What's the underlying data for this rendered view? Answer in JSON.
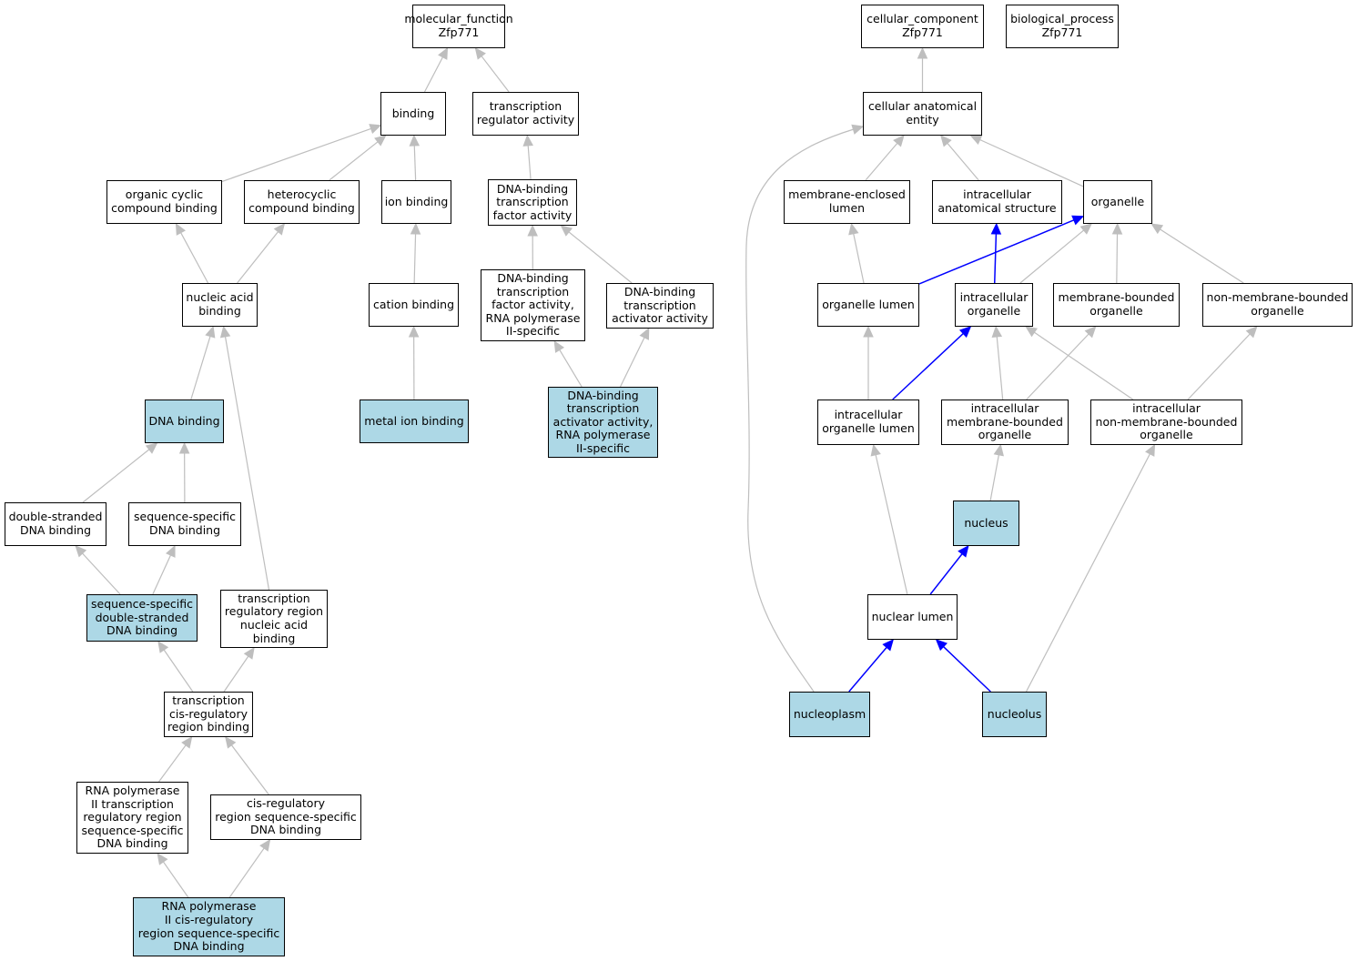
{
  "colors": {
    "background": "#ffffff",
    "node_border": "#000000",
    "highlight_fill": "#add8e6",
    "edge_default": "#bebebe",
    "edge_highlight": "#0000ff"
  },
  "nodes": [
    {
      "id": "mf",
      "label": "molecular_function\nZfp771",
      "highlighted": false
    },
    {
      "id": "binding",
      "label": "binding",
      "highlighted": false
    },
    {
      "id": "tra",
      "label": "transcription\nregulator activity",
      "highlighted": false
    },
    {
      "id": "occb",
      "label": "organic cyclic\ncompound binding",
      "highlighted": false
    },
    {
      "id": "hcb",
      "label": "heterocyclic\ncompound binding",
      "highlighted": false
    },
    {
      "id": "ionb",
      "label": "ion binding",
      "highlighted": false
    },
    {
      "id": "dbtfa",
      "label": "DNA-binding\ntranscription\nfactor activity",
      "highlighted": false
    },
    {
      "id": "nab",
      "label": "nucleic acid\nbinding",
      "highlighted": false
    },
    {
      "id": "catb",
      "label": "cation binding",
      "highlighted": false
    },
    {
      "id": "dbtfa2",
      "label": "DNA-binding\ntranscription\nfactor activity,\nRNA polymerase\nII-specific",
      "highlighted": false
    },
    {
      "id": "dbtaa",
      "label": "DNA-binding\ntranscription\nactivator activity",
      "highlighted": false
    },
    {
      "id": "dnab",
      "label": "DNA binding",
      "highlighted": true
    },
    {
      "id": "mib",
      "label": "metal ion binding",
      "highlighted": true
    },
    {
      "id": "dbtaa2",
      "label": "DNA-binding\ntranscription\nactivator activity,\nRNA polymerase\nII-specific",
      "highlighted": true
    },
    {
      "id": "dsdb",
      "label": "double-stranded\nDNA binding",
      "highlighted": false
    },
    {
      "id": "ssdb",
      "label": "sequence-specific\nDNA binding",
      "highlighted": false
    },
    {
      "id": "ssdsdb",
      "label": "sequence-specific\ndouble-stranded\nDNA binding",
      "highlighted": true
    },
    {
      "id": "trrnab",
      "label": "transcription\nregulatory region\nnucleic acid\nbinding",
      "highlighted": false
    },
    {
      "id": "tcrb",
      "label": "transcription\ncis-regulatory\nregion binding",
      "highlighted": false
    },
    {
      "id": "rp2trr",
      "label": "RNA polymerase\nII transcription\nregulatory region\nsequence-specific\nDNA binding",
      "highlighted": false
    },
    {
      "id": "crssdb",
      "label": "cis-regulatory\nregion sequence-specific\nDNA binding",
      "highlighted": false
    },
    {
      "id": "rp2cr",
      "label": "RNA polymerase\nII cis-regulatory\nregion sequence-specific\nDNA binding",
      "highlighted": true
    },
    {
      "id": "cc",
      "label": "cellular_component\nZfp771",
      "highlighted": false
    },
    {
      "id": "bp",
      "label": "biological_process\nZfp771",
      "highlighted": false
    },
    {
      "id": "cae",
      "label": "cellular anatomical\nentity",
      "highlighted": false
    },
    {
      "id": "mel",
      "label": "membrane-enclosed\nlumen",
      "highlighted": false
    },
    {
      "id": "ias",
      "label": "intracellular\nanatomical structure",
      "highlighted": false
    },
    {
      "id": "org",
      "label": "organelle",
      "highlighted": false
    },
    {
      "id": "orgl",
      "label": "organelle lumen",
      "highlighted": false
    },
    {
      "id": "io",
      "label": "intracellular\norganelle",
      "highlighted": false
    },
    {
      "id": "mbo",
      "label": "membrane-bounded\norganelle",
      "highlighted": false
    },
    {
      "id": "nmbo",
      "label": "non-membrane-bounded\norganelle",
      "highlighted": false
    },
    {
      "id": "iol",
      "label": "intracellular\norganelle lumen",
      "highlighted": false
    },
    {
      "id": "imbo",
      "label": "intracellular\nmembrane-bounded\norganelle",
      "highlighted": false
    },
    {
      "id": "inmbo",
      "label": "intracellular\nnon-membrane-bounded\norganelle",
      "highlighted": false
    },
    {
      "id": "nucleus",
      "label": "nucleus",
      "highlighted": true
    },
    {
      "id": "nl",
      "label": "nuclear lumen",
      "highlighted": false
    },
    {
      "id": "np",
      "label": "nucleoplasm",
      "highlighted": true
    },
    {
      "id": "nucleolus",
      "label": "nucleolus",
      "highlighted": true
    }
  ],
  "edges": [
    {
      "from": "binding",
      "to": "mf",
      "highlighted": false
    },
    {
      "from": "tra",
      "to": "mf",
      "highlighted": false
    },
    {
      "from": "occb",
      "to": "binding",
      "highlighted": false
    },
    {
      "from": "hcb",
      "to": "binding",
      "highlighted": false
    },
    {
      "from": "ionb",
      "to": "binding",
      "highlighted": false
    },
    {
      "from": "dbtfa",
      "to": "tra",
      "highlighted": false
    },
    {
      "from": "nab",
      "to": "occb",
      "highlighted": false
    },
    {
      "from": "nab",
      "to": "hcb",
      "highlighted": false
    },
    {
      "from": "catb",
      "to": "ionb",
      "highlighted": false
    },
    {
      "from": "dbtfa2",
      "to": "dbtfa",
      "highlighted": false
    },
    {
      "from": "dbtaa",
      "to": "dbtfa",
      "highlighted": false
    },
    {
      "from": "dnab",
      "to": "nab",
      "highlighted": false
    },
    {
      "from": "trrnab",
      "to": "nab",
      "highlighted": false
    },
    {
      "from": "mib",
      "to": "catb",
      "highlighted": false
    },
    {
      "from": "dbtaa2",
      "to": "dbtfa2",
      "highlighted": false
    },
    {
      "from": "dbtaa2",
      "to": "dbtaa",
      "highlighted": false
    },
    {
      "from": "dsdb",
      "to": "dnab",
      "highlighted": false
    },
    {
      "from": "ssdb",
      "to": "dnab",
      "highlighted": false
    },
    {
      "from": "ssdsdb",
      "to": "dsdb",
      "highlighted": false
    },
    {
      "from": "ssdsdb",
      "to": "ssdb",
      "highlighted": false
    },
    {
      "from": "tcrb",
      "to": "ssdsdb",
      "highlighted": false
    },
    {
      "from": "tcrb",
      "to": "trrnab",
      "highlighted": false
    },
    {
      "from": "rp2trr",
      "to": "tcrb",
      "highlighted": false
    },
    {
      "from": "crssdb",
      "to": "tcrb",
      "highlighted": false
    },
    {
      "from": "rp2cr",
      "to": "rp2trr",
      "highlighted": false
    },
    {
      "from": "rp2cr",
      "to": "crssdb",
      "highlighted": false
    },
    {
      "from": "cae",
      "to": "cc",
      "highlighted": false
    },
    {
      "from": "mel",
      "to": "cae",
      "highlighted": false
    },
    {
      "from": "ias",
      "to": "cae",
      "highlighted": false
    },
    {
      "from": "org",
      "to": "cae",
      "highlighted": false
    },
    {
      "from": "orgl",
      "to": "mel",
      "highlighted": false
    },
    {
      "from": "orgl",
      "to": "org",
      "highlighted": true
    },
    {
      "from": "io",
      "to": "ias",
      "highlighted": true
    },
    {
      "from": "io",
      "to": "org",
      "highlighted": false
    },
    {
      "from": "mbo",
      "to": "org",
      "highlighted": false
    },
    {
      "from": "nmbo",
      "to": "org",
      "highlighted": false
    },
    {
      "from": "iol",
      "to": "orgl",
      "highlighted": false
    },
    {
      "from": "iol",
      "to": "io",
      "highlighted": true
    },
    {
      "from": "imbo",
      "to": "io",
      "highlighted": false
    },
    {
      "from": "imbo",
      "to": "mbo",
      "highlighted": false
    },
    {
      "from": "inmbo",
      "to": "io",
      "highlighted": false
    },
    {
      "from": "inmbo",
      "to": "nmbo",
      "highlighted": false
    },
    {
      "from": "nucleus",
      "to": "imbo",
      "highlighted": false
    },
    {
      "from": "nl",
      "to": "iol",
      "highlighted": false
    },
    {
      "from": "nl",
      "to": "nucleus",
      "highlighted": true
    },
    {
      "from": "np",
      "to": "nl",
      "highlighted": true
    },
    {
      "from": "np",
      "to": "cae",
      "highlighted": false
    },
    {
      "from": "nucleolus",
      "to": "nl",
      "highlighted": true
    },
    {
      "from": "nucleolus",
      "to": "inmbo",
      "highlighted": false
    }
  ]
}
